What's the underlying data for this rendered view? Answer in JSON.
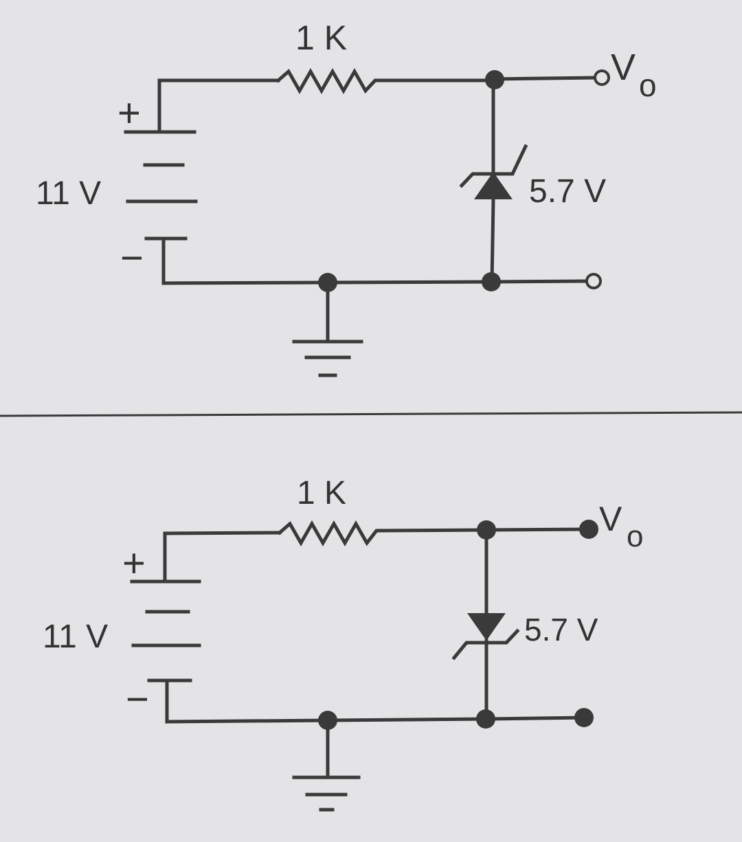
{
  "circuits": [
    {
      "resistor_label": "1 K",
      "source_label": "11 V",
      "plus_sign": "+",
      "minus_sign": "−",
      "zener_label": "5.7 V",
      "output_label": "V",
      "output_subscript": "o",
      "zener_orientation": "reverse-biased",
      "output_terminals": "open-circle"
    },
    {
      "resistor_label": "1 K",
      "source_label": "11 V",
      "plus_sign": "+",
      "minus_sign": "−",
      "zener_label": "5.7 V",
      "output_label": "V",
      "output_subscript": "o",
      "zener_orientation": "forward-biased",
      "output_terminals": "filled-dot"
    }
  ]
}
